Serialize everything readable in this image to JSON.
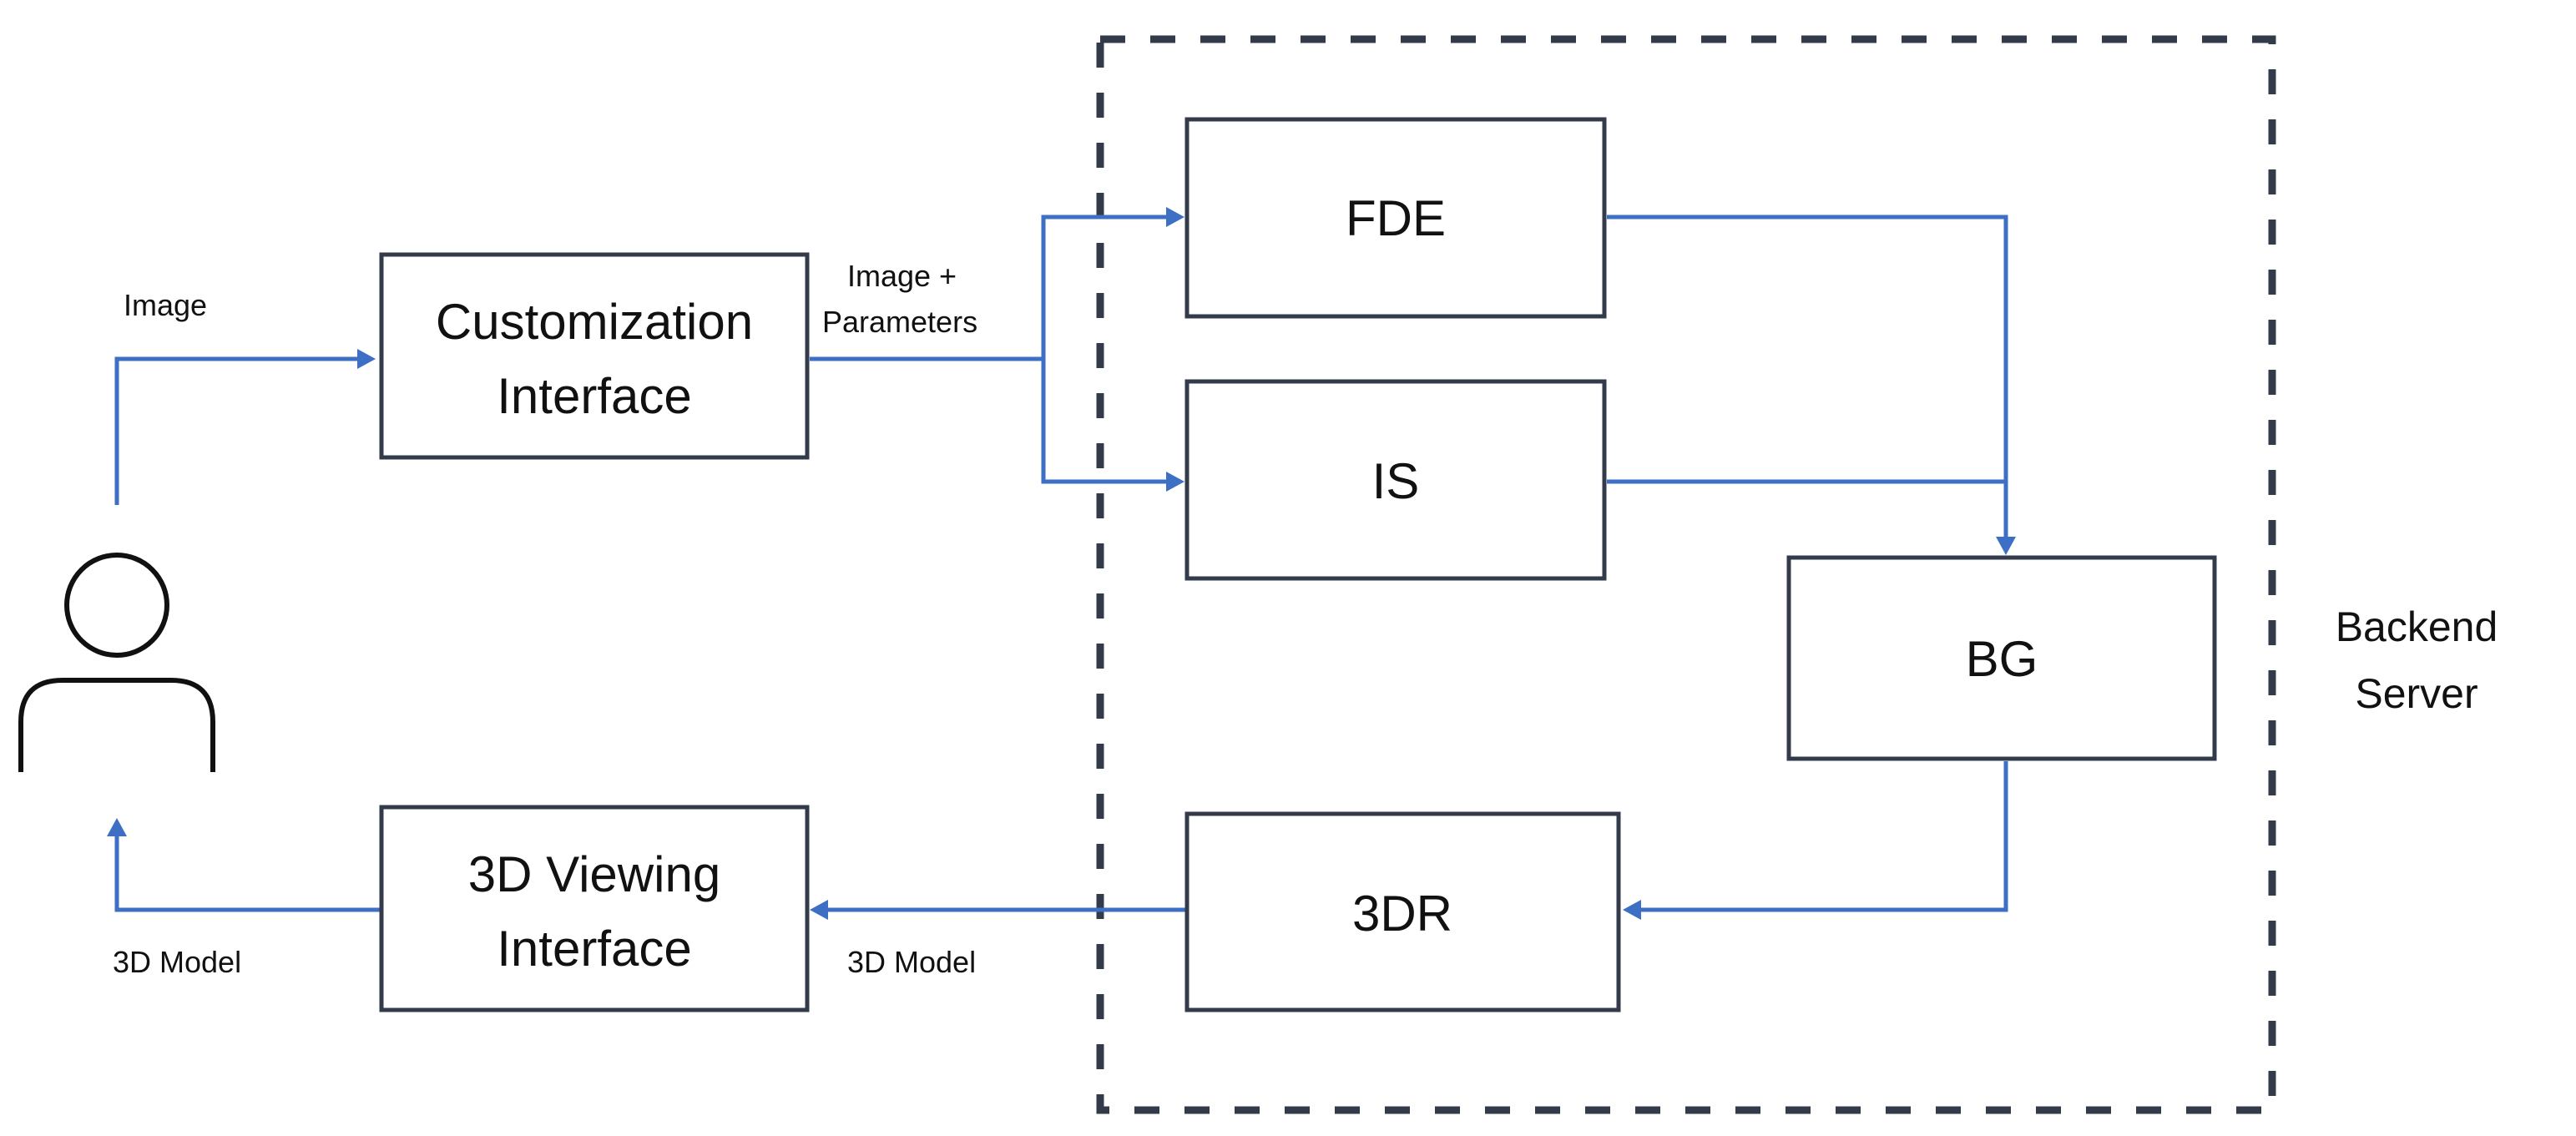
{
  "nodes": {
    "customization_interface": [
      "Customization",
      "Interface"
    ],
    "viewing_interface": [
      "3D Viewing",
      "Interface"
    ],
    "fde": "FDE",
    "is": "IS",
    "bg": "BG",
    "three_dr": "3DR"
  },
  "edge_labels": {
    "user_to_customization": "Image",
    "customization_to_backend": [
      "Image +",
      "Parameters"
    ],
    "three_dr_to_viewing": "3D Model",
    "viewing_to_user": "3D Model"
  },
  "group": {
    "label": [
      "Backend",
      "Server"
    ]
  },
  "colors": {
    "box_border": "#333b4b",
    "arrow": "#3d6fc4",
    "text": "#111111"
  },
  "icons": {
    "user": "user-icon"
  }
}
